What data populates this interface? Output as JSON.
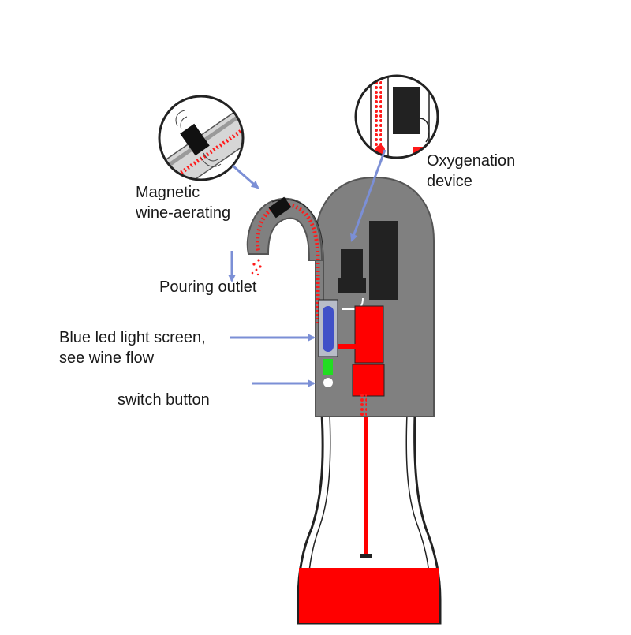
{
  "labels": {
    "magnetic_line1": "Magnetic",
    "magnetic_line2": "wine-aerating",
    "oxygenation_line1": "Oxygenation",
    "oxygenation_line2": "device",
    "pouring_outlet": "Pouring outlet",
    "blue_led_line1": "Blue led light screen,",
    "blue_led_line2": "see wine flow",
    "switch_button": "switch button"
  },
  "colors": {
    "body": "#808080",
    "body_stroke": "#555555",
    "wine": "#ff0000",
    "pointer_arrow": "#7b8fd6",
    "led_blue": "#4050c8",
    "led_green": "#22dd22",
    "device_block": "#222222"
  }
}
